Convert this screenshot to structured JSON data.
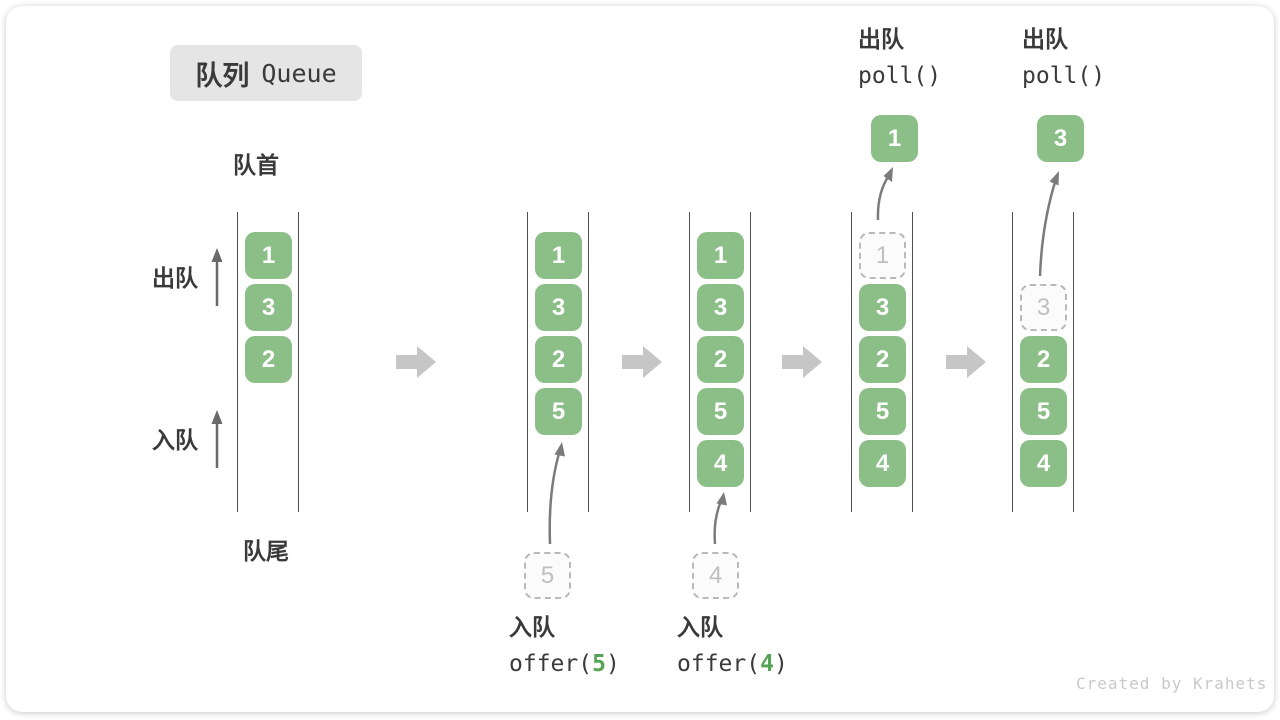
{
  "title": {
    "zh": "队列",
    "en": "Queue"
  },
  "labels": {
    "front": "队首",
    "rear": "队尾",
    "dequeue": "出队",
    "enqueue": "入队"
  },
  "states": {
    "s1": {
      "boxes": [
        "1",
        "3",
        "2"
      ]
    },
    "s2": {
      "boxes": [
        "1",
        "3",
        "2",
        "5"
      ]
    },
    "s3": {
      "boxes": [
        "1",
        "3",
        "2",
        "5",
        "4"
      ]
    },
    "s4": {
      "removed": "1",
      "boxes": [
        "3",
        "2",
        "5",
        "4"
      ]
    },
    "s5": {
      "removed": "3",
      "boxes": [
        "2",
        "5",
        "4"
      ]
    }
  },
  "ops": {
    "enq1": {
      "label": "入队",
      "code_pre": "offer(",
      "code_arg": "5",
      "code_post": ")",
      "pending": "5"
    },
    "enq2": {
      "label": "入队",
      "code_pre": "offer(",
      "code_arg": "4",
      "code_post": ")",
      "pending": "4"
    },
    "deq1": {
      "label": "出队",
      "code": "poll()",
      "value": "1"
    },
    "deq2": {
      "label": "出队",
      "code": "poll()",
      "value": "3"
    }
  },
  "watermark": "Created by Krahets",
  "colors": {
    "item_green": "#8CBE88",
    "code_arg_green": "#55A455",
    "dashed_gray": "#B9B9B9",
    "rail_gray": "#4F4F4F",
    "transition_arrow_gray": "#C6C6C6",
    "thin_arrow_gray": "#7B7B7B",
    "text_dark": "#3A3A3A",
    "badge_bg": "#E5E5E5",
    "watermark_gray": "#C9C9C9"
  }
}
